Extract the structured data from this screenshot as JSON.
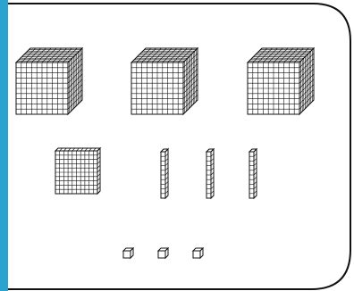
{
  "figure": {
    "description_free": true,
    "accent_bar_color": "#2aa3cf",
    "frame_stroke_color": "#111111",
    "block_stroke_color": "#111111",
    "block_fill_color": "#ffffff"
  },
  "blocks": {
    "thousands": {
      "count": 3,
      "grid": 10
    },
    "hundreds": {
      "count": 1,
      "grid": 10
    },
    "tens": {
      "count": 3,
      "grid": 10
    },
    "ones": {
      "count": 3
    }
  }
}
